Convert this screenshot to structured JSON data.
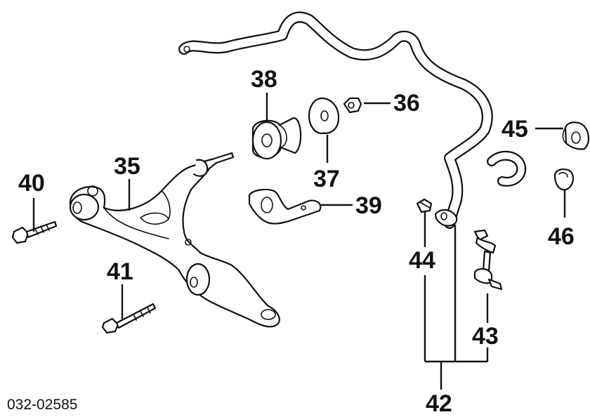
{
  "diagram_code": "032-02585",
  "callouts": {
    "c35": "35",
    "c36": "36",
    "c37": "37",
    "c38": "38",
    "c39": "39",
    "c40": "40",
    "c41": "41",
    "c42": "42",
    "c43": "43",
    "c44": "44",
    "c45": "45",
    "c46": "46"
  }
}
